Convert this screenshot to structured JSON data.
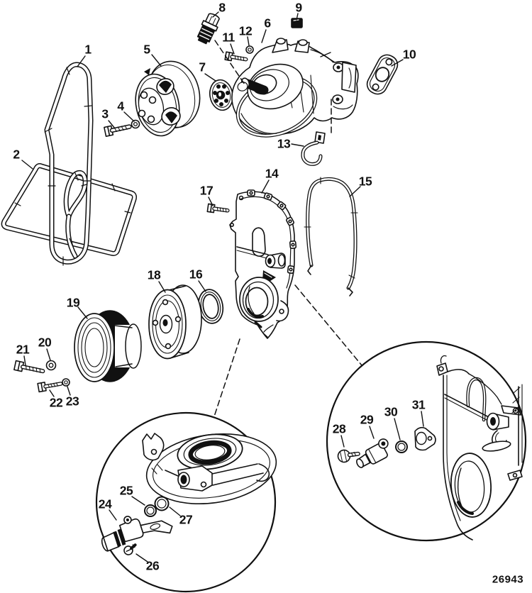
{
  "figure": {
    "part_number": "26943",
    "colors": {
      "line_color": "#111111",
      "background": "#ffffff"
    },
    "callouts": [
      {
        "label": "1"
      },
      {
        "label": "2"
      },
      {
        "label": "3"
      },
      {
        "label": "4"
      },
      {
        "label": "5"
      },
      {
        "label": "6"
      },
      {
        "label": "7"
      },
      {
        "label": "8"
      },
      {
        "label": "9"
      },
      {
        "label": "10"
      },
      {
        "label": "11"
      },
      {
        "label": "12"
      },
      {
        "label": "13"
      },
      {
        "label": "14"
      },
      {
        "label": "15"
      },
      {
        "label": "16"
      },
      {
        "label": "17"
      },
      {
        "label": "18"
      },
      {
        "label": "19"
      },
      {
        "label": "20"
      },
      {
        "label": "21"
      },
      {
        "label": "22"
      },
      {
        "label": "23"
      },
      {
        "label": "24"
      },
      {
        "label": "25"
      },
      {
        "label": "26"
      },
      {
        "label": "27"
      },
      {
        "label": "28"
      },
      {
        "label": "29"
      },
      {
        "label": "30"
      },
      {
        "label": "31"
      }
    ]
  }
}
